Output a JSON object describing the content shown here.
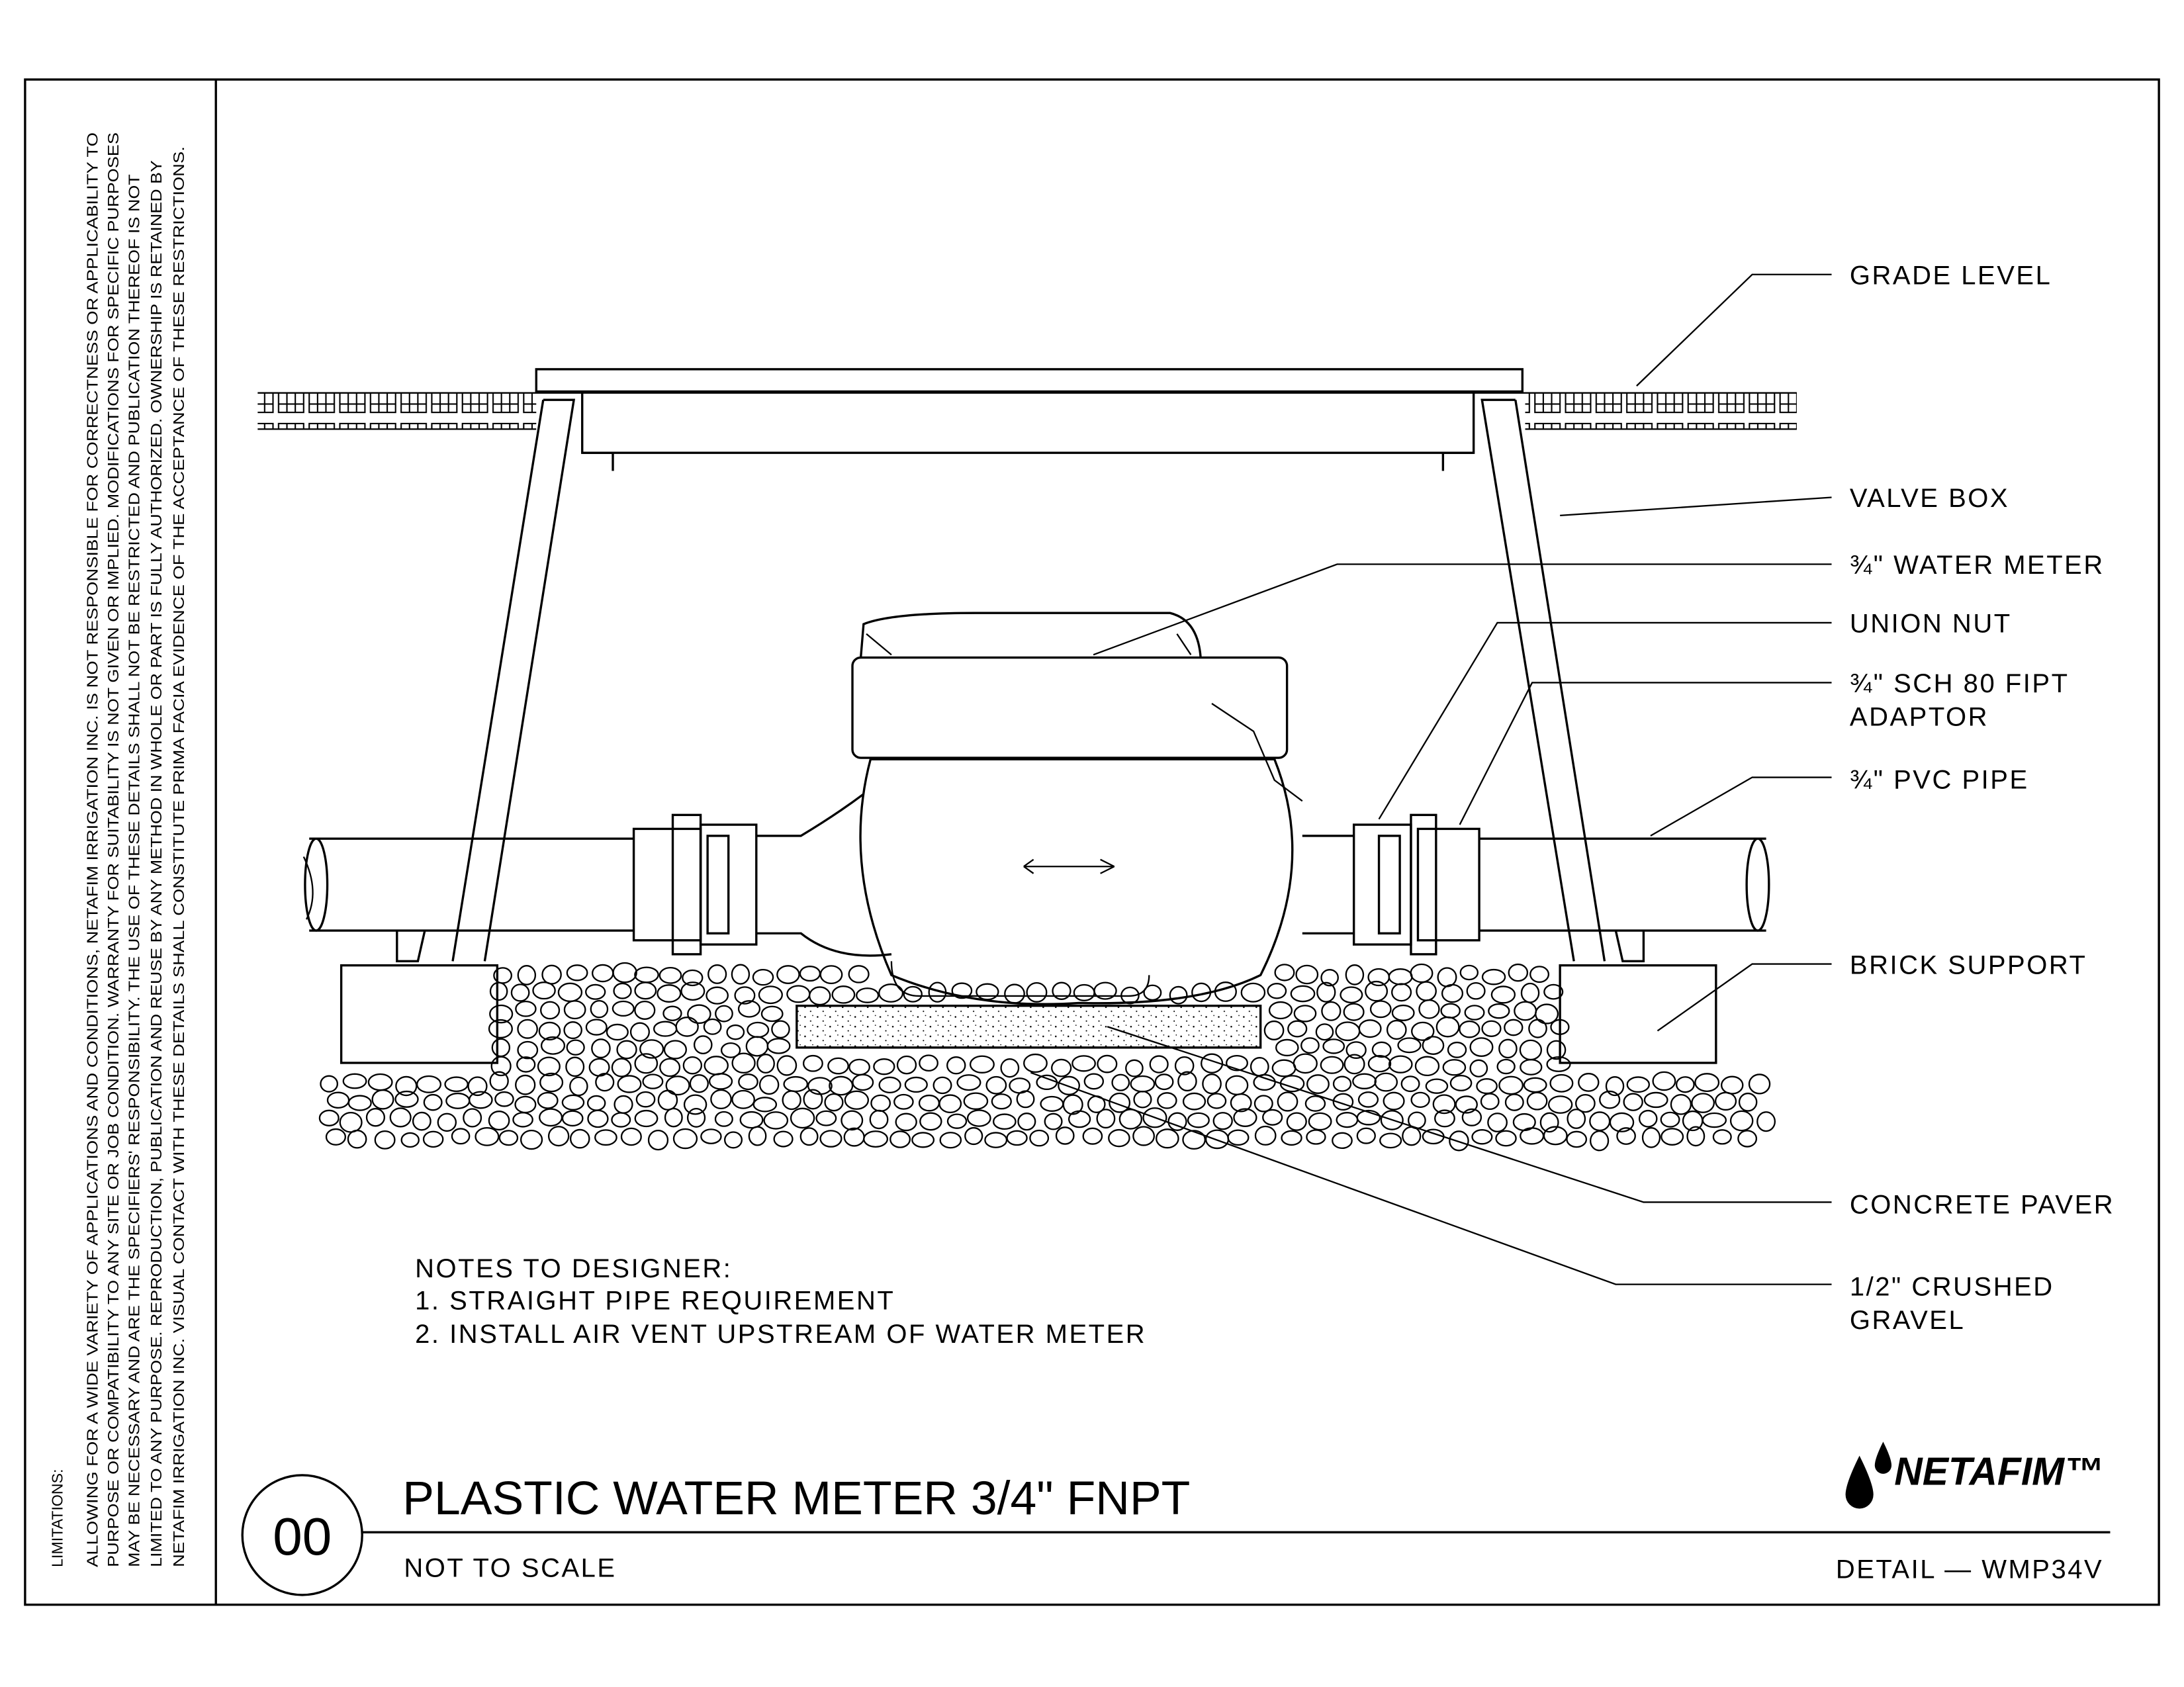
{
  "limitations": {
    "heading": "LIMITATIONS:",
    "lines": [
      "ALLOWING FOR A WIDE VARIETY OF APPLICATIONS AND CONDITIONS, NETAFIM IRRIGATION INC. IS NOT RESPONSIBLE FOR CORRECTNESS OR APPLICABILITY TO",
      "PURPOSE OR COMPATIBILITY TO ANY SITE OR JOB CONDITION. WARRANTY FOR SUITABILITY IS NOT GIVEN OR IMPLIED. MODIFICATIONS FOR SPECIFIC PURPOSES",
      "MAY BE NECESSARY AND ARE THE SPECIFIERS' RESPONSIBILITY. THE USE OF THESE DETAILS SHALL NOT BE RESTRICTED AND PUBLICATION THEREOF IS NOT",
      "LIMITED TO ANY PURPOSE.  REPRODUCTION, PUBLICATION AND REUSE BY ANY METHOD IN WHOLE OR PART IS FULLY AUTHORIZED. OWNERSHIP IS RETAINED BY",
      "NETAFIM IRRIGATION INC.  VISUAL CONTACT WITH THESE DETAILS SHALL CONSTITUTE PRIMA FACIA EVIDENCE OF THE ACCEPTANCE OF THESE RESTRICTIONS."
    ]
  },
  "callouts": {
    "grade_level": "GRADE LEVEL",
    "valve_box": "VALVE BOX",
    "water_meter": "¾\" WATER METER",
    "union_nut": "UNION NUT",
    "adaptor_1": "¾\" SCH 80 FIPT",
    "adaptor_2": "ADAPTOR",
    "pvc_pipe": "¾\" PVC PIPE",
    "brick_support": "BRICK SUPPORT",
    "concrete_paver": "CONCRETE PAVER",
    "gravel_1": "1/2\" CRUSHED",
    "gravel_2": "GRAVEL"
  },
  "notes": {
    "heading": "NOTES TO DESIGNER:",
    "items": [
      "1. STRAIGHT PIPE REQUIREMENT",
      "2. INSTALL AIR VENT UPSTREAM OF WATER METER"
    ]
  },
  "title_block": {
    "detail_number": "00",
    "title": "PLASTIC WATER METER 3/4\" FNPT",
    "scale": "NOT TO SCALE",
    "detail_id": "DETAIL — WMP34V",
    "logo": "NETAFIM™"
  }
}
